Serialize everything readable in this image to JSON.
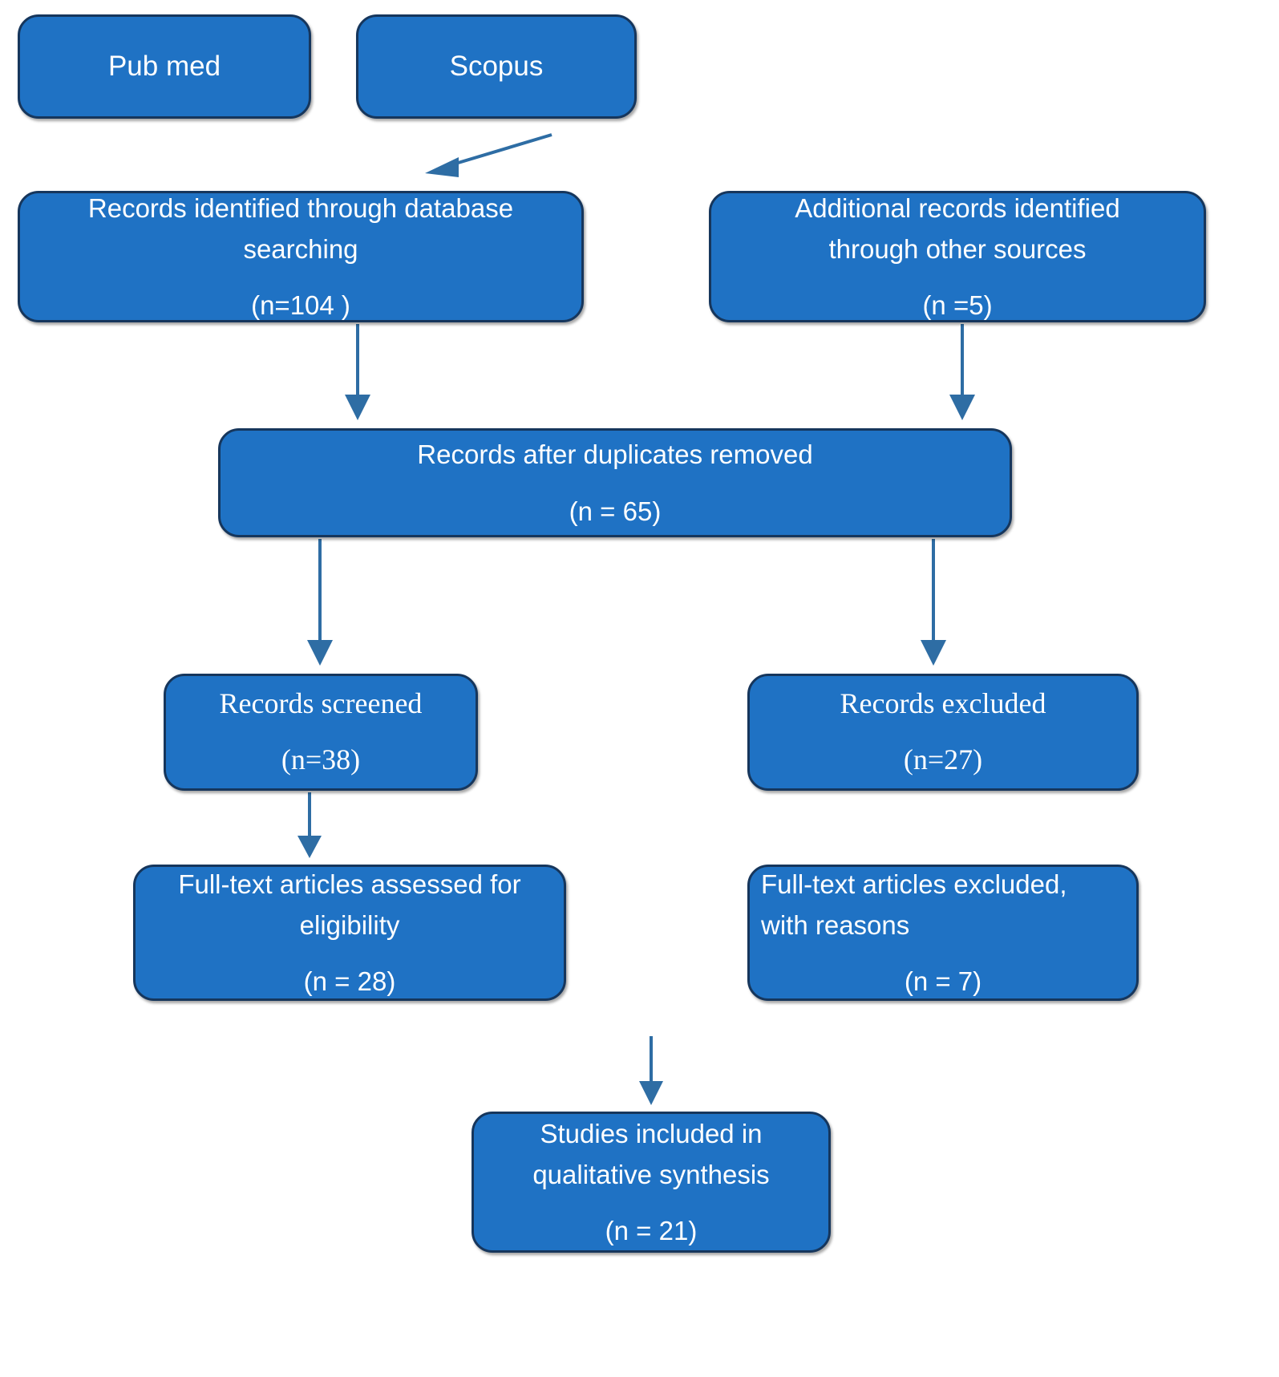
{
  "diagram": {
    "title": "PRISMA study selection flow diagram",
    "colors": {
      "box_fill": "#1f72c4",
      "box_border": "#16365c",
      "arrow": "#2e6da4",
      "text": "#ffffff",
      "background": "#ffffff"
    },
    "nodes": [
      {
        "id": "pubmed",
        "label": "Pub med",
        "count": "",
        "font": "sans"
      },
      {
        "id": "scopus",
        "label": "Scopus",
        "count": "",
        "font": "sans"
      },
      {
        "id": "db_search",
        "label": "Records identified through database searching",
        "count": "(n=104 )",
        "font": "sans"
      },
      {
        "id": "other_src",
        "label": "Additional records identified through other sources",
        "count": "(n =5)",
        "font": "sans"
      },
      {
        "id": "dup_removed",
        "label": "Records after duplicates removed",
        "count": "(n = 65)",
        "font": "sans"
      },
      {
        "id": "screened",
        "label": "Records screened",
        "count": "(n=38)",
        "font": "serif"
      },
      {
        "id": "excluded",
        "label": "Records excluded",
        "count": "(n=27)",
        "font": "serif"
      },
      {
        "id": "fulltext",
        "label": "Full-text articles assessed for eligibility",
        "count": "(n = 28)",
        "font": "sans"
      },
      {
        "id": "ft_excluded",
        "label": "Full-text articles excluded, with reasons",
        "count": "(n = 7)",
        "font": "sans"
      },
      {
        "id": "included",
        "label": "Studies included in qualitative synthesis",
        "count": "(n = 21)",
        "font": "sans"
      }
    ],
    "box_text": {
      "pubmed": {
        "line1": "Pub med"
      },
      "scopus": {
        "line1": "Scopus"
      },
      "db_search": {
        "line1": "Records identified through database",
        "line2": "searching",
        "count": "(n=104 )"
      },
      "other_src": {
        "line1": "Additional records identified",
        "line2": "through other sources",
        "count": "(n =5)"
      },
      "dup_removed": {
        "line1": "Records after duplicates removed",
        "count": "(n = 65)"
      },
      "screened": {
        "line1": "Records screened",
        "count": "(n=38)"
      },
      "excluded": {
        "line1": "Records excluded",
        "count": "(n=27)"
      },
      "fulltext": {
        "line1": "Full-text articles assessed for",
        "line2": "eligibility",
        "count": "(n = 28)"
      },
      "ft_excluded": {
        "line1": "Full-text articles excluded,",
        "line2": "with reasons",
        "count": "(n = 7)"
      },
      "included": {
        "line1": "Studies included in",
        "line2": "qualitative synthesis",
        "count": "(n = 21)"
      }
    },
    "edges": [
      {
        "id": "scopus-to-db-search",
        "from": "scopus",
        "to": "db_search",
        "shape": "diagonal"
      },
      {
        "id": "db-search-to-dup",
        "from": "db_search",
        "to": "dup_removed",
        "shape": "vertical"
      },
      {
        "id": "other-src-to-dup",
        "from": "other_src",
        "to": "dup_removed",
        "shape": "vertical"
      },
      {
        "id": "dup-to-screened",
        "from": "dup_removed",
        "to": "screened",
        "shape": "vertical"
      },
      {
        "id": "dup-to-excluded",
        "from": "dup_removed",
        "to": "excluded",
        "shape": "vertical"
      },
      {
        "id": "screened-to-fulltext",
        "from": "screened",
        "to": "fulltext",
        "shape": "vertical"
      },
      {
        "id": "fulltext-to-included",
        "from": "fulltext",
        "to": "included",
        "shape": "vertical"
      }
    ]
  }
}
